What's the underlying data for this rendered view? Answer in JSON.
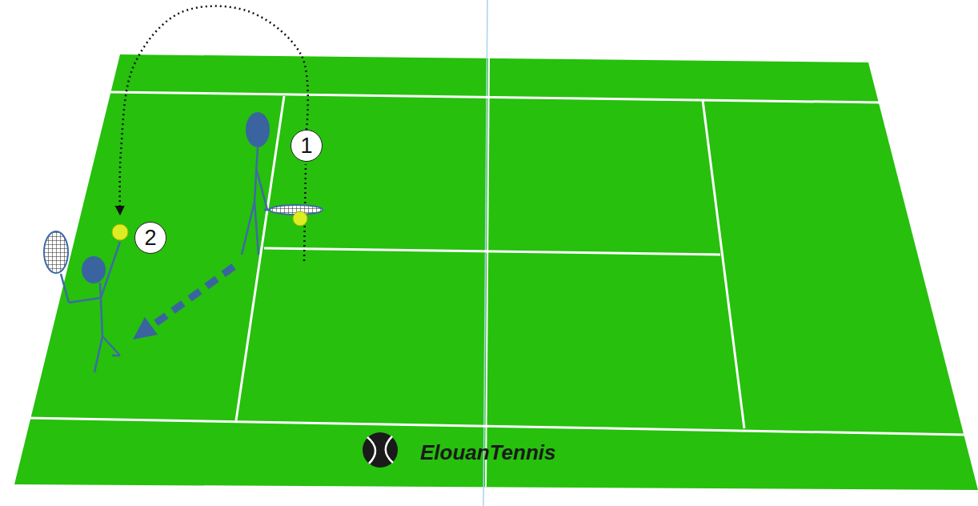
{
  "diagram": {
    "nodes": [
      {
        "text": [
          "1"
        ]
      },
      {
        "text": [
          "2"
        ]
      }
    ],
    "edges": [
      {
        "from": 0,
        "to": 1,
        "arrow": "to"
      }
    ],
    "labels": [
      "ElouanTennis"
    ]
  }
}
